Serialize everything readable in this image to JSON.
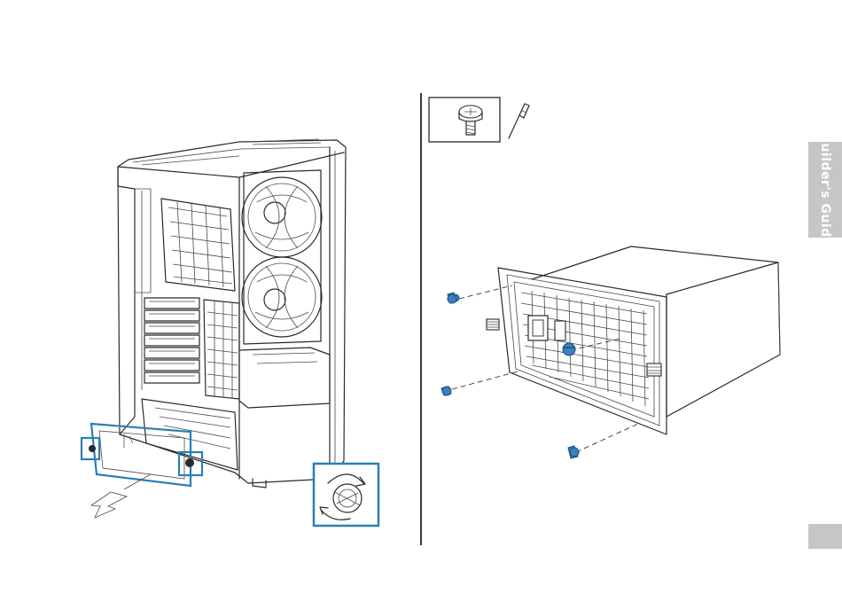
{
  "sidebar": {
    "section_label": "Builder's Guide",
    "page_number": ""
  },
  "colors": {
    "accent_blue": "#2a7fb5",
    "screw_blue": "#3b7fbf",
    "tab_gray": "#c6c6c6",
    "line": "#2a2a2a"
  },
  "icons": {
    "left_illustration": "case-psu-bracket-removal",
    "rotate_hint": "rotate-screw-icon",
    "screw": "screw-icon",
    "screwdriver": "screwdriver-icon",
    "right_illustration": "psu-bracket-install"
  }
}
